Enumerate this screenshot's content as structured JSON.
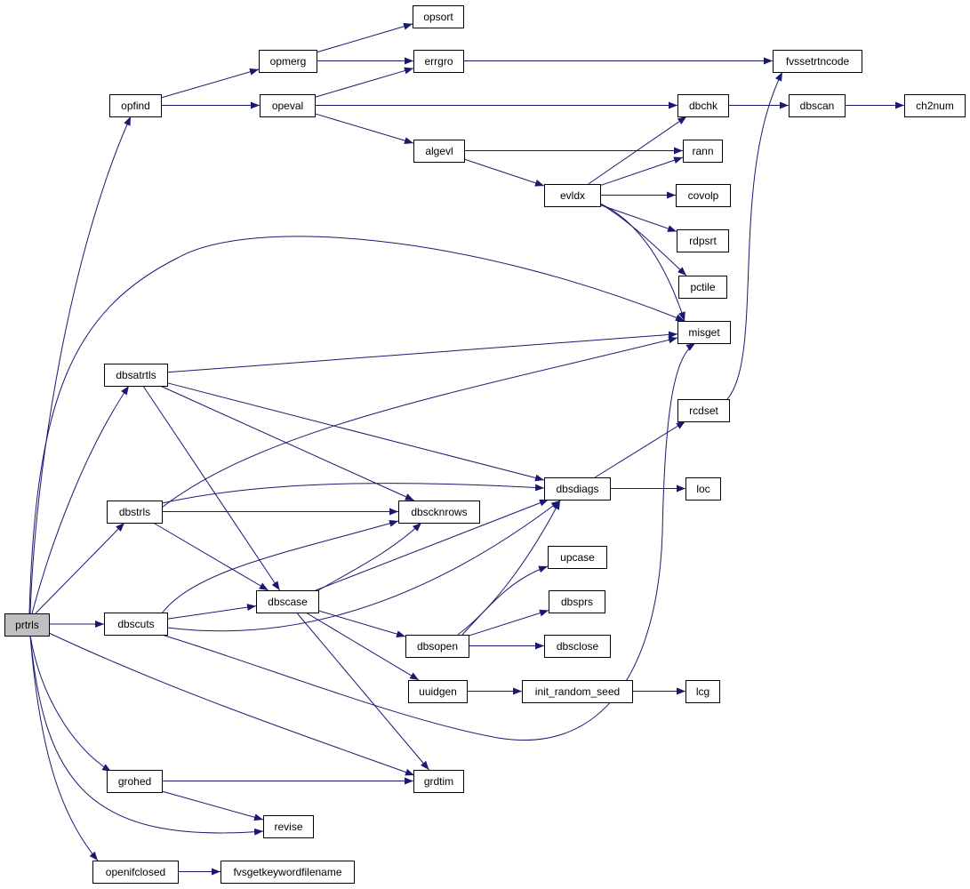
{
  "diagram": {
    "type": "call-graph",
    "colors": {
      "edge": "#191970",
      "node_fill": "#ffffff",
      "root_fill": "#bfbfbf",
      "node_border": "#000000"
    },
    "nodes": [
      {
        "id": "prtrls",
        "label": "prtrls",
        "root": true
      },
      {
        "id": "opfind",
        "label": "opfind"
      },
      {
        "id": "opmerg",
        "label": "opmerg"
      },
      {
        "id": "opsort",
        "label": "opsort"
      },
      {
        "id": "errgro",
        "label": "errgro"
      },
      {
        "id": "opeval",
        "label": "opeval"
      },
      {
        "id": "fvssetrtncode",
        "label": "fvssetrtncode"
      },
      {
        "id": "dbchk",
        "label": "dbchk"
      },
      {
        "id": "dbscan",
        "label": "dbscan"
      },
      {
        "id": "ch2num",
        "label": "ch2num"
      },
      {
        "id": "algevl",
        "label": "algevl"
      },
      {
        "id": "rann",
        "label": "rann"
      },
      {
        "id": "evldx",
        "label": "evldx"
      },
      {
        "id": "covolp",
        "label": "covolp"
      },
      {
        "id": "rdpsrt",
        "label": "rdpsrt"
      },
      {
        "id": "pctile",
        "label": "pctile"
      },
      {
        "id": "misget",
        "label": "misget"
      },
      {
        "id": "dbsatrtls",
        "label": "dbsatrtls"
      },
      {
        "id": "rcdset",
        "label": "rcdset"
      },
      {
        "id": "dbsdiags",
        "label": "dbsdiags"
      },
      {
        "id": "loc",
        "label": "loc"
      },
      {
        "id": "dbstrls",
        "label": "dbstrls"
      },
      {
        "id": "dbscknrows",
        "label": "dbscknrows"
      },
      {
        "id": "upcase",
        "label": "upcase"
      },
      {
        "id": "dbscase",
        "label": "dbscase"
      },
      {
        "id": "dbsprs",
        "label": "dbsprs"
      },
      {
        "id": "dbscuts",
        "label": "dbscuts"
      },
      {
        "id": "dbsopen",
        "label": "dbsopen"
      },
      {
        "id": "dbsclose",
        "label": "dbsclose"
      },
      {
        "id": "uuidgen",
        "label": "uuidgen"
      },
      {
        "id": "init_random_seed",
        "label": "init_random_seed"
      },
      {
        "id": "lcg",
        "label": "lcg"
      },
      {
        "id": "grohed",
        "label": "grohed"
      },
      {
        "id": "grdtim",
        "label": "grdtim"
      },
      {
        "id": "revise",
        "label": "revise"
      },
      {
        "id": "openifclosed",
        "label": "openifclosed"
      },
      {
        "id": "fvsgetkeywordfilename",
        "label": "fvsgetkeywordfilename"
      }
    ],
    "edges": [
      [
        "prtrls",
        "opfind"
      ],
      [
        "prtrls",
        "misget"
      ],
      [
        "prtrls",
        "dbsatrtls"
      ],
      [
        "prtrls",
        "dbstrls"
      ],
      [
        "prtrls",
        "dbscuts"
      ],
      [
        "prtrls",
        "grohed"
      ],
      [
        "prtrls",
        "grdtim"
      ],
      [
        "prtrls",
        "revise"
      ],
      [
        "prtrls",
        "openifclosed"
      ],
      [
        "opfind",
        "opmerg"
      ],
      [
        "opfind",
        "opeval"
      ],
      [
        "opmerg",
        "opsort"
      ],
      [
        "opmerg",
        "errgro"
      ],
      [
        "opeval",
        "errgro"
      ],
      [
        "opeval",
        "dbchk"
      ],
      [
        "opeval",
        "algevl"
      ],
      [
        "errgro",
        "fvssetrtncode"
      ],
      [
        "dbchk",
        "dbscan"
      ],
      [
        "dbscan",
        "ch2num"
      ],
      [
        "algevl",
        "rann"
      ],
      [
        "algevl",
        "evldx"
      ],
      [
        "evldx",
        "dbchk"
      ],
      [
        "evldx",
        "rann"
      ],
      [
        "evldx",
        "covolp"
      ],
      [
        "evldx",
        "rdpsrt"
      ],
      [
        "evldx",
        "pctile"
      ],
      [
        "evldx",
        "misget"
      ],
      [
        "rcdset",
        "fvssetrtncode"
      ],
      [
        "dbsatrtls",
        "misget"
      ],
      [
        "dbsatrtls",
        "dbsdiags"
      ],
      [
        "dbsatrtls",
        "dbscknrows"
      ],
      [
        "dbsatrtls",
        "dbscase"
      ],
      [
        "dbsdiags",
        "rcdset"
      ],
      [
        "dbsdiags",
        "loc"
      ],
      [
        "dbstrls",
        "misget"
      ],
      [
        "dbstrls",
        "dbsdiags"
      ],
      [
        "dbstrls",
        "dbscknrows"
      ],
      [
        "dbstrls",
        "dbscase"
      ],
      [
        "dbscuts",
        "dbscknrows"
      ],
      [
        "dbscuts",
        "dbscase"
      ],
      [
        "dbscuts",
        "dbsdiags"
      ],
      [
        "dbscuts",
        "misget"
      ],
      [
        "dbscase",
        "dbscknrows"
      ],
      [
        "dbscase",
        "dbsdiags"
      ],
      [
        "dbscase",
        "dbsopen"
      ],
      [
        "dbscase",
        "uuidgen"
      ],
      [
        "dbscase",
        "grdtim"
      ],
      [
        "dbsopen",
        "dbsdiags"
      ],
      [
        "dbsopen",
        "upcase"
      ],
      [
        "dbsopen",
        "dbsprs"
      ],
      [
        "dbsopen",
        "dbsclose"
      ],
      [
        "uuidgen",
        "init_random_seed"
      ],
      [
        "init_random_seed",
        "lcg"
      ],
      [
        "grohed",
        "grdtim"
      ],
      [
        "grohed",
        "revise"
      ],
      [
        "openifclosed",
        "fvsgetkeywordfilename"
      ]
    ]
  }
}
